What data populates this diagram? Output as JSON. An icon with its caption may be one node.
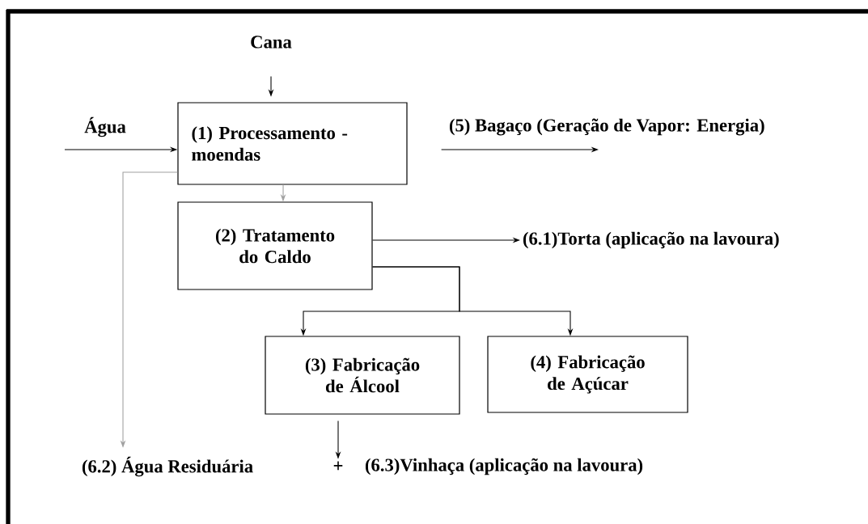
{
  "diagram": {
    "nodes": [
      {
        "text": [
          "Cana"
        ]
      },
      {
        "text": [
          "(1) Processamento - moendas"
        ]
      },
      {
        "text": [
          "(2) Tratamento do Caldo"
        ]
      },
      {
        "text": [
          "(6.1)Torta (aplicação na lavoura)"
        ]
      },
      {
        "text": [
          "(3) Fabricação de Álcool"
        ]
      },
      {
        "text": [
          "(4) Fabricação de Açúcar"
        ]
      },
      {
        "text": [
          "(6.2) Água Residuária"
        ]
      },
      {
        "text": [
          "+"
        ]
      },
      {
        "text": [
          "(6.3)Vinhaça (aplicação na lavoura)"
        ]
      }
    ],
    "edges": [
      {
        "from": null,
        "to": 1,
        "arrow": "to",
        "label": "Água"
      },
      {
        "from": 0,
        "to": 1,
        "arrow": "to"
      },
      {
        "from": 1,
        "to": null,
        "arrow": "to",
        "label": "(5)  Bagaço (Geração de Vapor: Energia)"
      },
      {
        "from": 1,
        "to": 2,
        "arrow": "to",
        "color": "#a0a0a0"
      },
      {
        "from": 2,
        "to": 3,
        "arrow": "to"
      },
      {
        "from": 1,
        "to": 6,
        "arrow": "to",
        "color": "#a0a0a0"
      },
      {
        "from": 2,
        "to": 4,
        "arrow": "to"
      },
      {
        "from": 2,
        "to": 5,
        "arrow": "to"
      },
      {
        "from": 4,
        "to": 7,
        "arrow": "to"
      }
    ]
  }
}
